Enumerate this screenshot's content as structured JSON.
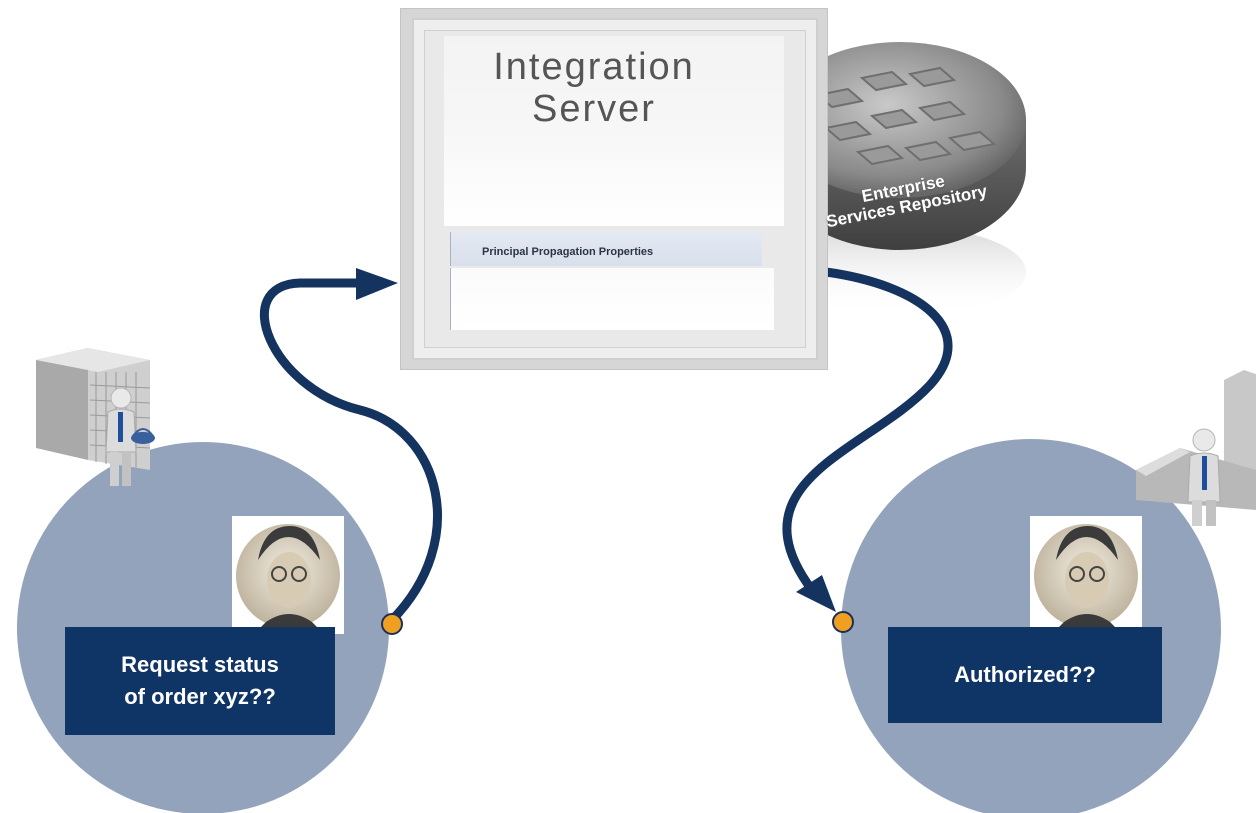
{
  "integration_server": {
    "title": "Integration\nServer",
    "properties_label": "Principal Propagation Properties"
  },
  "repository": {
    "label": "Enterprise\nServices Repository",
    "icon": "enterprise-services-repository-icon"
  },
  "sender": {
    "message": "Request status\nof order xyz??",
    "icons": [
      "office-building-icon",
      "shopper-person-icon",
      "user-portrait-icon"
    ]
  },
  "receiver": {
    "message": "Authorized??",
    "icons": [
      "factory-icon",
      "worker-person-icon",
      "user-portrait-icon"
    ]
  },
  "colors": {
    "circle": "#92a3bb",
    "arrow": "#14335f",
    "message_box": "#0f3466",
    "endpoint": "#f0a020"
  }
}
